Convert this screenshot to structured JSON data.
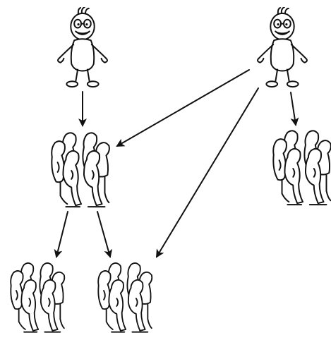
{
  "diagram": {
    "type": "influence-network-illustration",
    "colors": {
      "ink": "#111111",
      "background": "#ffffff"
    },
    "nodes": [
      {
        "id": "person-left",
        "kind": "cartoon-person",
        "icon": "smiling-person-icon"
      },
      {
        "id": "person-right",
        "kind": "cartoon-person",
        "icon": "smiling-person-icon"
      },
      {
        "id": "group-middle",
        "kind": "seated-group",
        "icon": "crowd-icon"
      },
      {
        "id": "group-right",
        "kind": "seated-group",
        "icon": "crowd-icon"
      },
      {
        "id": "group-bottom-left",
        "kind": "seated-group",
        "icon": "crowd-icon"
      },
      {
        "id": "group-bottom-center",
        "kind": "seated-group",
        "icon": "crowd-icon"
      }
    ],
    "edges": [
      {
        "from": "person-left",
        "to": "group-middle"
      },
      {
        "from": "person-right",
        "to": "group-middle"
      },
      {
        "from": "person-right",
        "to": "group-right"
      },
      {
        "from": "person-right",
        "to": "group-bottom-center"
      },
      {
        "from": "group-middle",
        "to": "group-bottom-left"
      },
      {
        "from": "group-middle",
        "to": "group-bottom-center"
      }
    ]
  }
}
